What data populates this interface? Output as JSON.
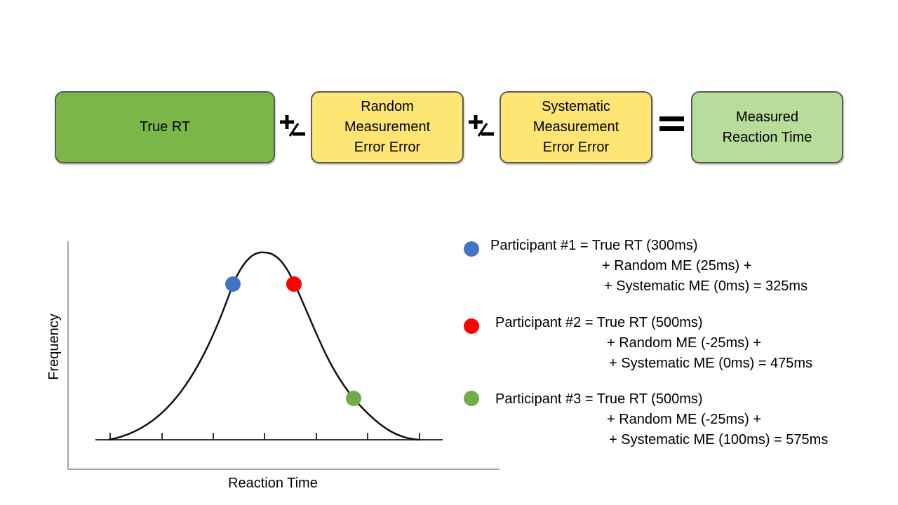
{
  "equation": {
    "box1": "True RT",
    "op1": "+/-",
    "box2": "Random\nMeasurement\nError Error",
    "op2": "+/-",
    "box3": "Systematic\nMeasurement\nError Error",
    "op3": "=",
    "box4": "Measured\nReaction Time",
    "colors": {
      "true_rt": "#7ab648",
      "error": "#ffe574",
      "measured": "#b7dd9a"
    }
  },
  "chart": {
    "xlabel": "Reaction Time",
    "ylabel": "Frequency"
  },
  "chart_data": {
    "type": "line",
    "title": "",
    "xlabel": "Reaction Time",
    "ylabel": "Frequency",
    "series": [
      {
        "type": "normal-curve",
        "points": [
          {
            "participant": "Participant #1",
            "color": "#4472c4"
          },
          {
            "participant": "Participant #2",
            "color": "#ff0000"
          },
          {
            "participant": "Participant #3",
            "color": "#70ad47"
          }
        ]
      }
    ],
    "grid": false
  },
  "participants": [
    {
      "color": "#4472c4",
      "line1": "Participant #1 = True RT (300ms)",
      "line2": "+ Random ME (25ms) +",
      "line3": "+ Systematic ME (0ms) = 325ms"
    },
    {
      "color": "#ff0000",
      "line1": "Participant #2 = True RT (500ms)",
      "line2": "+ Random ME (-25ms) +",
      "line3": "+ Systematic ME (0ms) = 475ms"
    },
    {
      "color": "#70ad47",
      "line1": "Participant #3 = True RT (500ms)",
      "line2": "+ Random ME (-25ms) +",
      "line3": "+ Systematic ME (100ms) = 575ms"
    }
  ]
}
